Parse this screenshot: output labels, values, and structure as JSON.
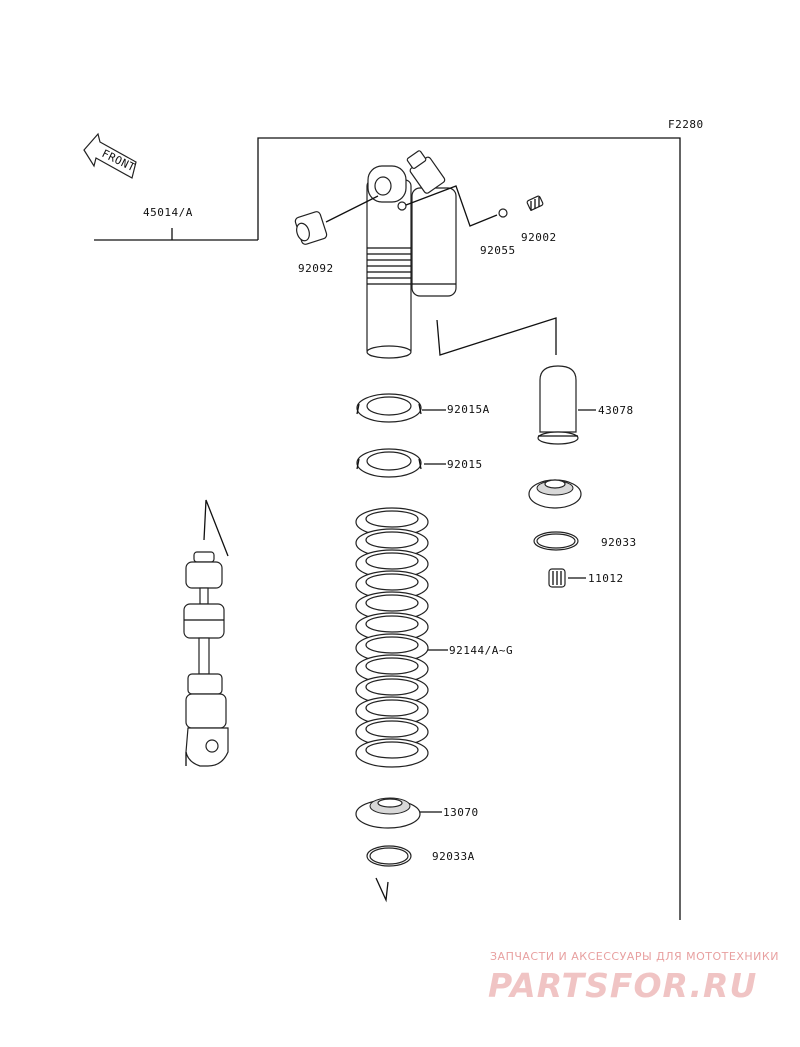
{
  "diagram": {
    "code": "F2280",
    "front_label": "FRONT",
    "parts": [
      {
        "id": "part-45014A",
        "number": "45014/A"
      },
      {
        "id": "part-92092",
        "number": "92092"
      },
      {
        "id": "part-92055",
        "number": "92055"
      },
      {
        "id": "part-92002",
        "number": "92002"
      },
      {
        "id": "part-92015A",
        "number": "92015A"
      },
      {
        "id": "part-43078",
        "number": "43078"
      },
      {
        "id": "part-92015",
        "number": "92015"
      },
      {
        "id": "part-92033",
        "number": "92033"
      },
      {
        "id": "part-11012",
        "number": "11012"
      },
      {
        "id": "part-92144",
        "number": "92144/A~G"
      },
      {
        "id": "part-13070",
        "number": "13070"
      },
      {
        "id": "part-92033A",
        "number": "92033A"
      }
    ]
  },
  "watermark": {
    "tagline": "ЗАПЧАСТИ И АКСЕССУАРЫ ДЛЯ МОТОТЕХНИКИ",
    "brand": "PARTSFOR.RU"
  }
}
